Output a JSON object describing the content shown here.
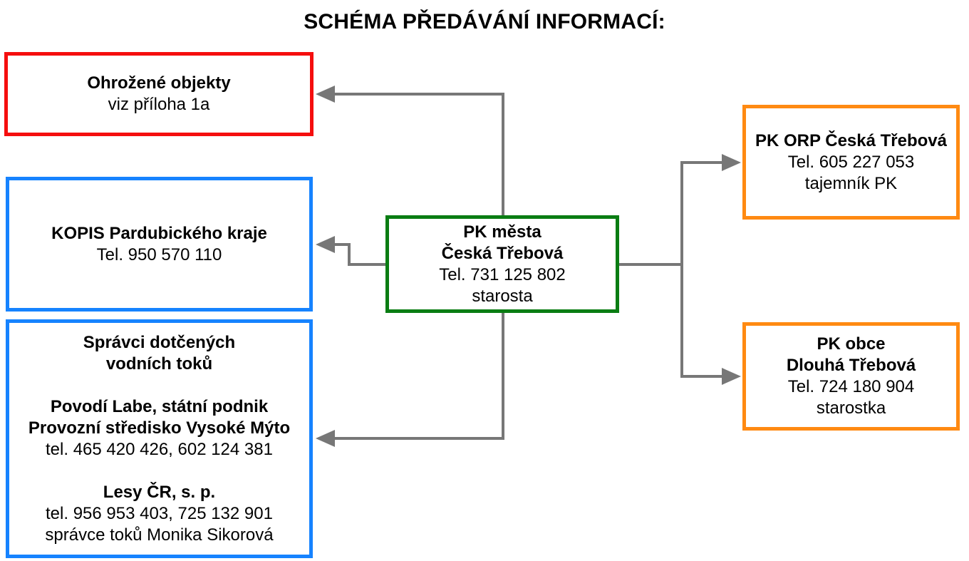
{
  "title": "SCHÉMA PŘEDÁVÁNÍ INFORMACÍ:",
  "colors": {
    "threatened_border": "#f50e0e",
    "info_border": "#1683ff",
    "center_border": "#0a7d13",
    "municipality_border": "#ff8a12",
    "connector": "#777777"
  },
  "threatened": {
    "heading": "Ohrožené objekty",
    "line": "viz příloha 1a"
  },
  "kopis": {
    "heading": "KOPIS Pardubického kraje",
    "phone": "Tel. 950 570 110"
  },
  "managers": {
    "heading_line1": "Správci dotčených",
    "heading_line2": "vodních toků",
    "org1_line1": "Povodí Labe, státní podnik",
    "org1_line2": "Provozní středisko Vysoké Mýto",
    "org1_phone": "tel. 465 420 426, 602 124 381",
    "org2_name": "Lesy ČR, s. p.",
    "org2_phone": "tel. 956 953 403, 725 132 901",
    "org2_contact": "správce toků Monika Sikorová"
  },
  "center": {
    "line1": "PK města",
    "line2": "Česká Třebová",
    "phone": "Tel. 731 125 802",
    "role": "starosta"
  },
  "orp": {
    "heading": "PK ORP Česká Třebová",
    "phone": "Tel. 605 227 053",
    "role": "tajemník PK"
  },
  "dlouha": {
    "line1": "PK obce",
    "line2": "Dlouhá Třebová",
    "phone": "Tel. 724 180 904",
    "role": "starostka"
  }
}
